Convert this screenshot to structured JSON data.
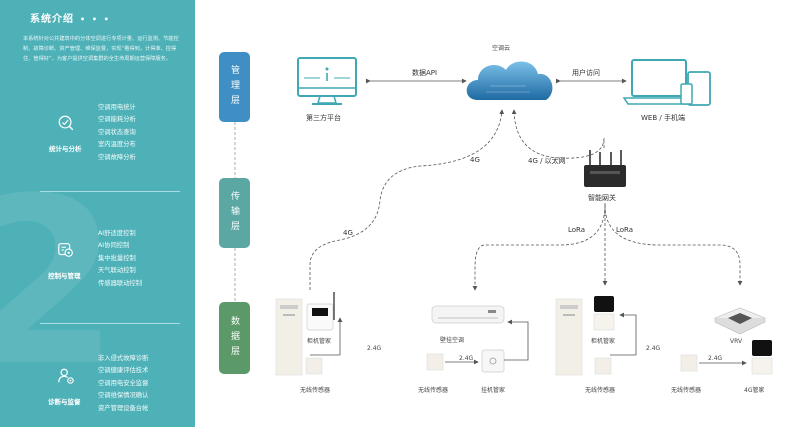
{
  "sidebar": {
    "title": "系统介绍",
    "title_dots": "• • •",
    "description": "本系统针对公共建筑中的分体空调进行专项计量、运行监测、节能控制、故障诊断、资产管理、维保监督，实现“看得到，计得准、控得住、管得好”，为客户提供空调集群的全生命周期运营保障服务。",
    "sections": [
      {
        "label": "统计与分析",
        "icon": "chart-check-icon",
        "items": [
          "空调用电统计",
          "空调能耗分析",
          "空调状态查询",
          "室内温度分布",
          "空调故障分析"
        ]
      },
      {
        "label": "控制与管理",
        "icon": "control-settings-icon",
        "items": [
          "AI舒适度控制",
          "AI协同控制",
          "集中批量控制",
          "天气联动控制",
          "传感器联动控制"
        ]
      },
      {
        "label": "诊断与监督",
        "icon": "user-gear-icon",
        "items": [
          "非入侵式故障诊断",
          "空调健康评估技术",
          "空调用电安全监督",
          "空调维保情况确认",
          "资产管理设备台帐"
        ]
      }
    ]
  },
  "layers": {
    "management": "管理层",
    "transport": "传输层",
    "data": "数据层"
  },
  "nodes": {
    "cloud": "空调云",
    "third_party": "第三方平台",
    "web_mobile": "WEB / 手机端",
    "gateway": "智能网关",
    "wall_ac": "壁挂空调",
    "cabinet_manager_1": "柜机管家",
    "cabinet_manager_2": "柜机管家",
    "wall_manager": "挂机管家",
    "vrv": "VRV",
    "housekeeper_4g": "4G管家",
    "sensor_1": "无线传感器",
    "sensor_2": "无线传感器",
    "sensor_3": "无线传感器",
    "sensor_4": "无线传感器"
  },
  "links": {
    "data_api": "数据API",
    "user_access": "用户访问",
    "g4_gateway": "4G / 以太网",
    "g4_upper": "4G",
    "g4_lower": "4G",
    "lora_1": "LoRa",
    "lora_2": "LoRa",
    "ghz_1": "2.4G",
    "ghz_2": "2.4G",
    "ghz_3": "2.4G",
    "ghz_4": "2.4G"
  },
  "colors": {
    "sidebar": "#4fb1b8",
    "management_layer": "#3f8fc4",
    "transport_layer": "#5aa7a3",
    "data_layer": "#5b9a68",
    "cloud": "#2f7fb2"
  }
}
